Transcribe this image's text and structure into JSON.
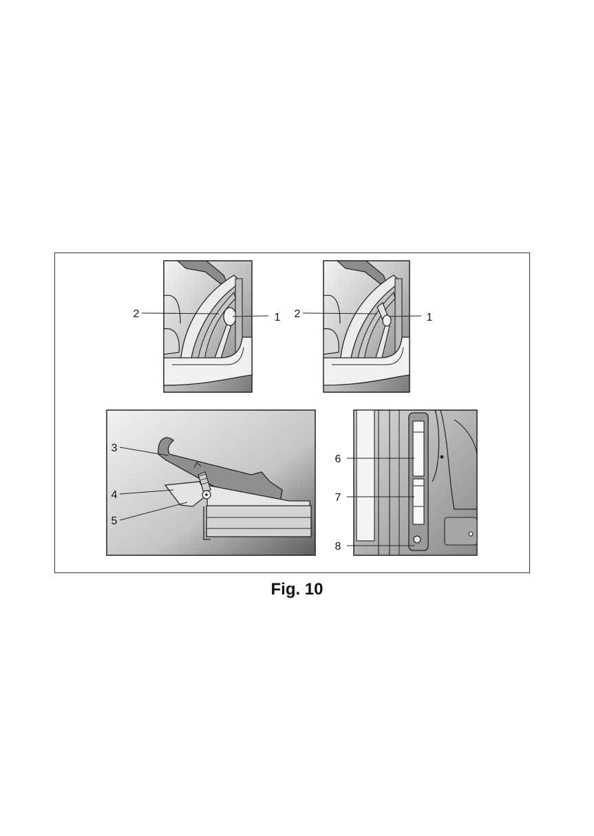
{
  "caption": "Fig. 10",
  "panels": {
    "top_left": {
      "callouts": [
        "2",
        "1"
      ]
    },
    "top_right": {
      "callouts": [
        "2",
        "1"
      ]
    },
    "bottom_left": {
      "callouts": [
        "3",
        "4",
        "5"
      ]
    },
    "bottom_right": {
      "callouts": [
        "6",
        "7",
        "8"
      ]
    }
  },
  "colors": {
    "line": "#222222",
    "frame": "#333333"
  }
}
